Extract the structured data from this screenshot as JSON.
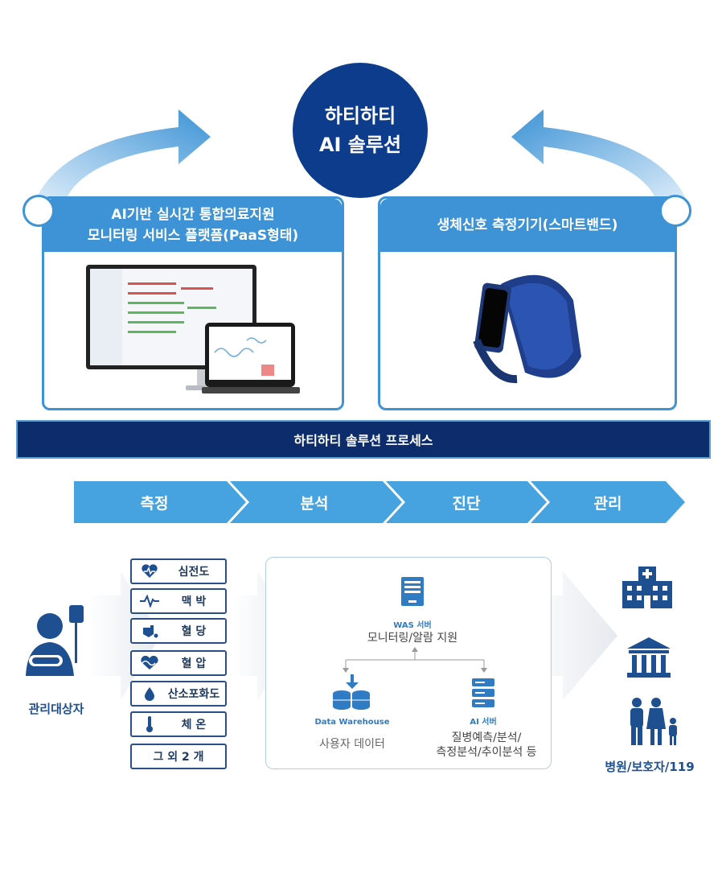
{
  "hub": {
    "line1": "하티하티",
    "line2": "AI 솔루션"
  },
  "left_panel": {
    "title_line1": "AI기반 실시간 통합의료지원",
    "title_line2": "모니터링 서비스 플랫폼(PaaS형태)"
  },
  "right_panel": {
    "title": "생체신호 측정기기(스마트밴드)"
  },
  "process_bar": {
    "label": "하티하티 솔루션 프로세스"
  },
  "steps": [
    "측정",
    "분석",
    "진단",
    "관리"
  ],
  "patient": {
    "label": "관리대상자"
  },
  "vitals": [
    {
      "icon": "heart-icon",
      "label": "심전도"
    },
    {
      "icon": "pulse-icon",
      "label": "맥 박"
    },
    {
      "icon": "finger-prick-icon",
      "label": "혈 당"
    },
    {
      "icon": "heart-wave-icon",
      "label": "혈 압"
    },
    {
      "icon": "drop-icon",
      "label": "산소포화도"
    },
    {
      "icon": "thermometer-icon",
      "label": "체 온"
    },
    {
      "icon": "",
      "label": "그 외 2 개"
    }
  ],
  "servers": {
    "was": {
      "name": "WAS 서버",
      "desc": "모니터링/알람 지원"
    },
    "dw": {
      "name": "Data Warehouse",
      "desc": "사용자 데이터"
    },
    "ai": {
      "name": "AI 서버",
      "desc_line1": "질병예측/분석/",
      "desc_line2": "측정분석/추이분석 등"
    }
  },
  "destination": {
    "label": "병원/보호자/119"
  },
  "colors": {
    "navy": "#0d3c8c",
    "panel_blue": "#3d93d6",
    "bar_navy": "#0c2c6b",
    "step_blue": "#46a3e0"
  }
}
